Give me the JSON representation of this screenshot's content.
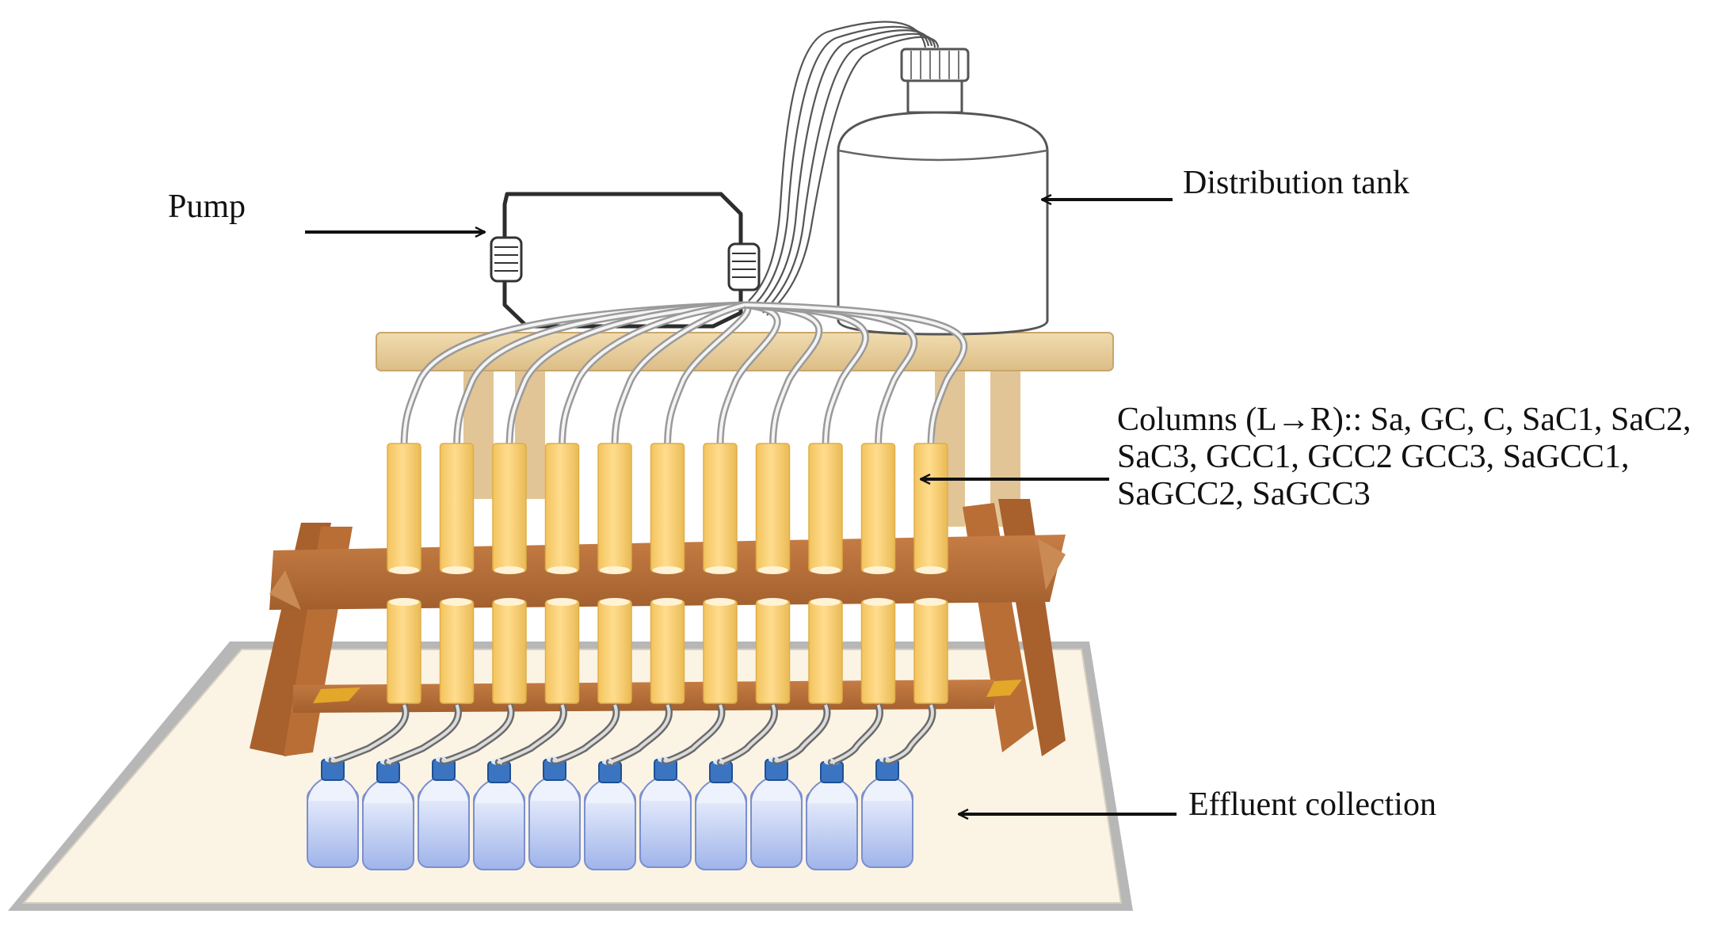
{
  "labels": {
    "pump": "Pump",
    "distribution_tank": "Distribution tank",
    "columns_lines": [
      "Columns (L→R):: Sa, GC, C, SaC1, SaC2,",
      "SaC3, GCC1, GCC2 GCC3, SaGCC1,",
      "SaGCC2, SaGCC3"
    ],
    "effluent_collection": "Effluent collection"
  },
  "apparatus": {
    "column_count": 11,
    "collection_bottle_count": 11
  },
  "colors": {
    "column_fill": "#fbd27c",
    "rack_wood": "#b8703c",
    "bench_wood": "#ead1a1",
    "base_tray": "#fbf4e4",
    "bottle_fill": "#b8c8f0",
    "bottle_cap": "#3b75c2",
    "tubing": "#4d4d4d"
  }
}
